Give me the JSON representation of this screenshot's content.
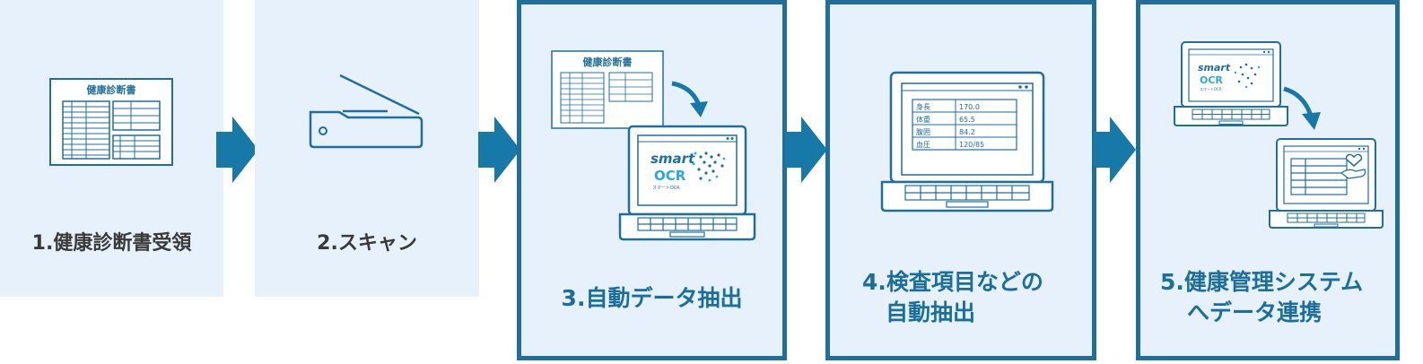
{
  "steps": [
    {
      "label": "1.健康診断書受領"
    },
    {
      "label": "2.スキャン"
    },
    {
      "label": "3.自動データ抽出"
    },
    {
      "label_line1": "4.検査項目などの",
      "label_line2": "自動抽出"
    },
    {
      "label_line1": "5.健康管理システム",
      "label_line2": "へデータ連携"
    }
  ],
  "document": {
    "title": "健康診断書"
  },
  "ocr_logo": {
    "word1": "smart",
    "word2": "OCR",
    "tagline": "スマートOCR"
  },
  "exam_table": {
    "rows": [
      {
        "item": "身長",
        "value": "170.0"
      },
      {
        "item": "体重",
        "value": "65.5"
      },
      {
        "item": "腹囲",
        "value": "84.2"
      },
      {
        "item": "血圧",
        "value": "120/85"
      }
    ]
  },
  "colors": {
    "accent": "#1f6f9a",
    "card_bg": "#e6f1fb",
    "arrow": "#1679a8"
  }
}
